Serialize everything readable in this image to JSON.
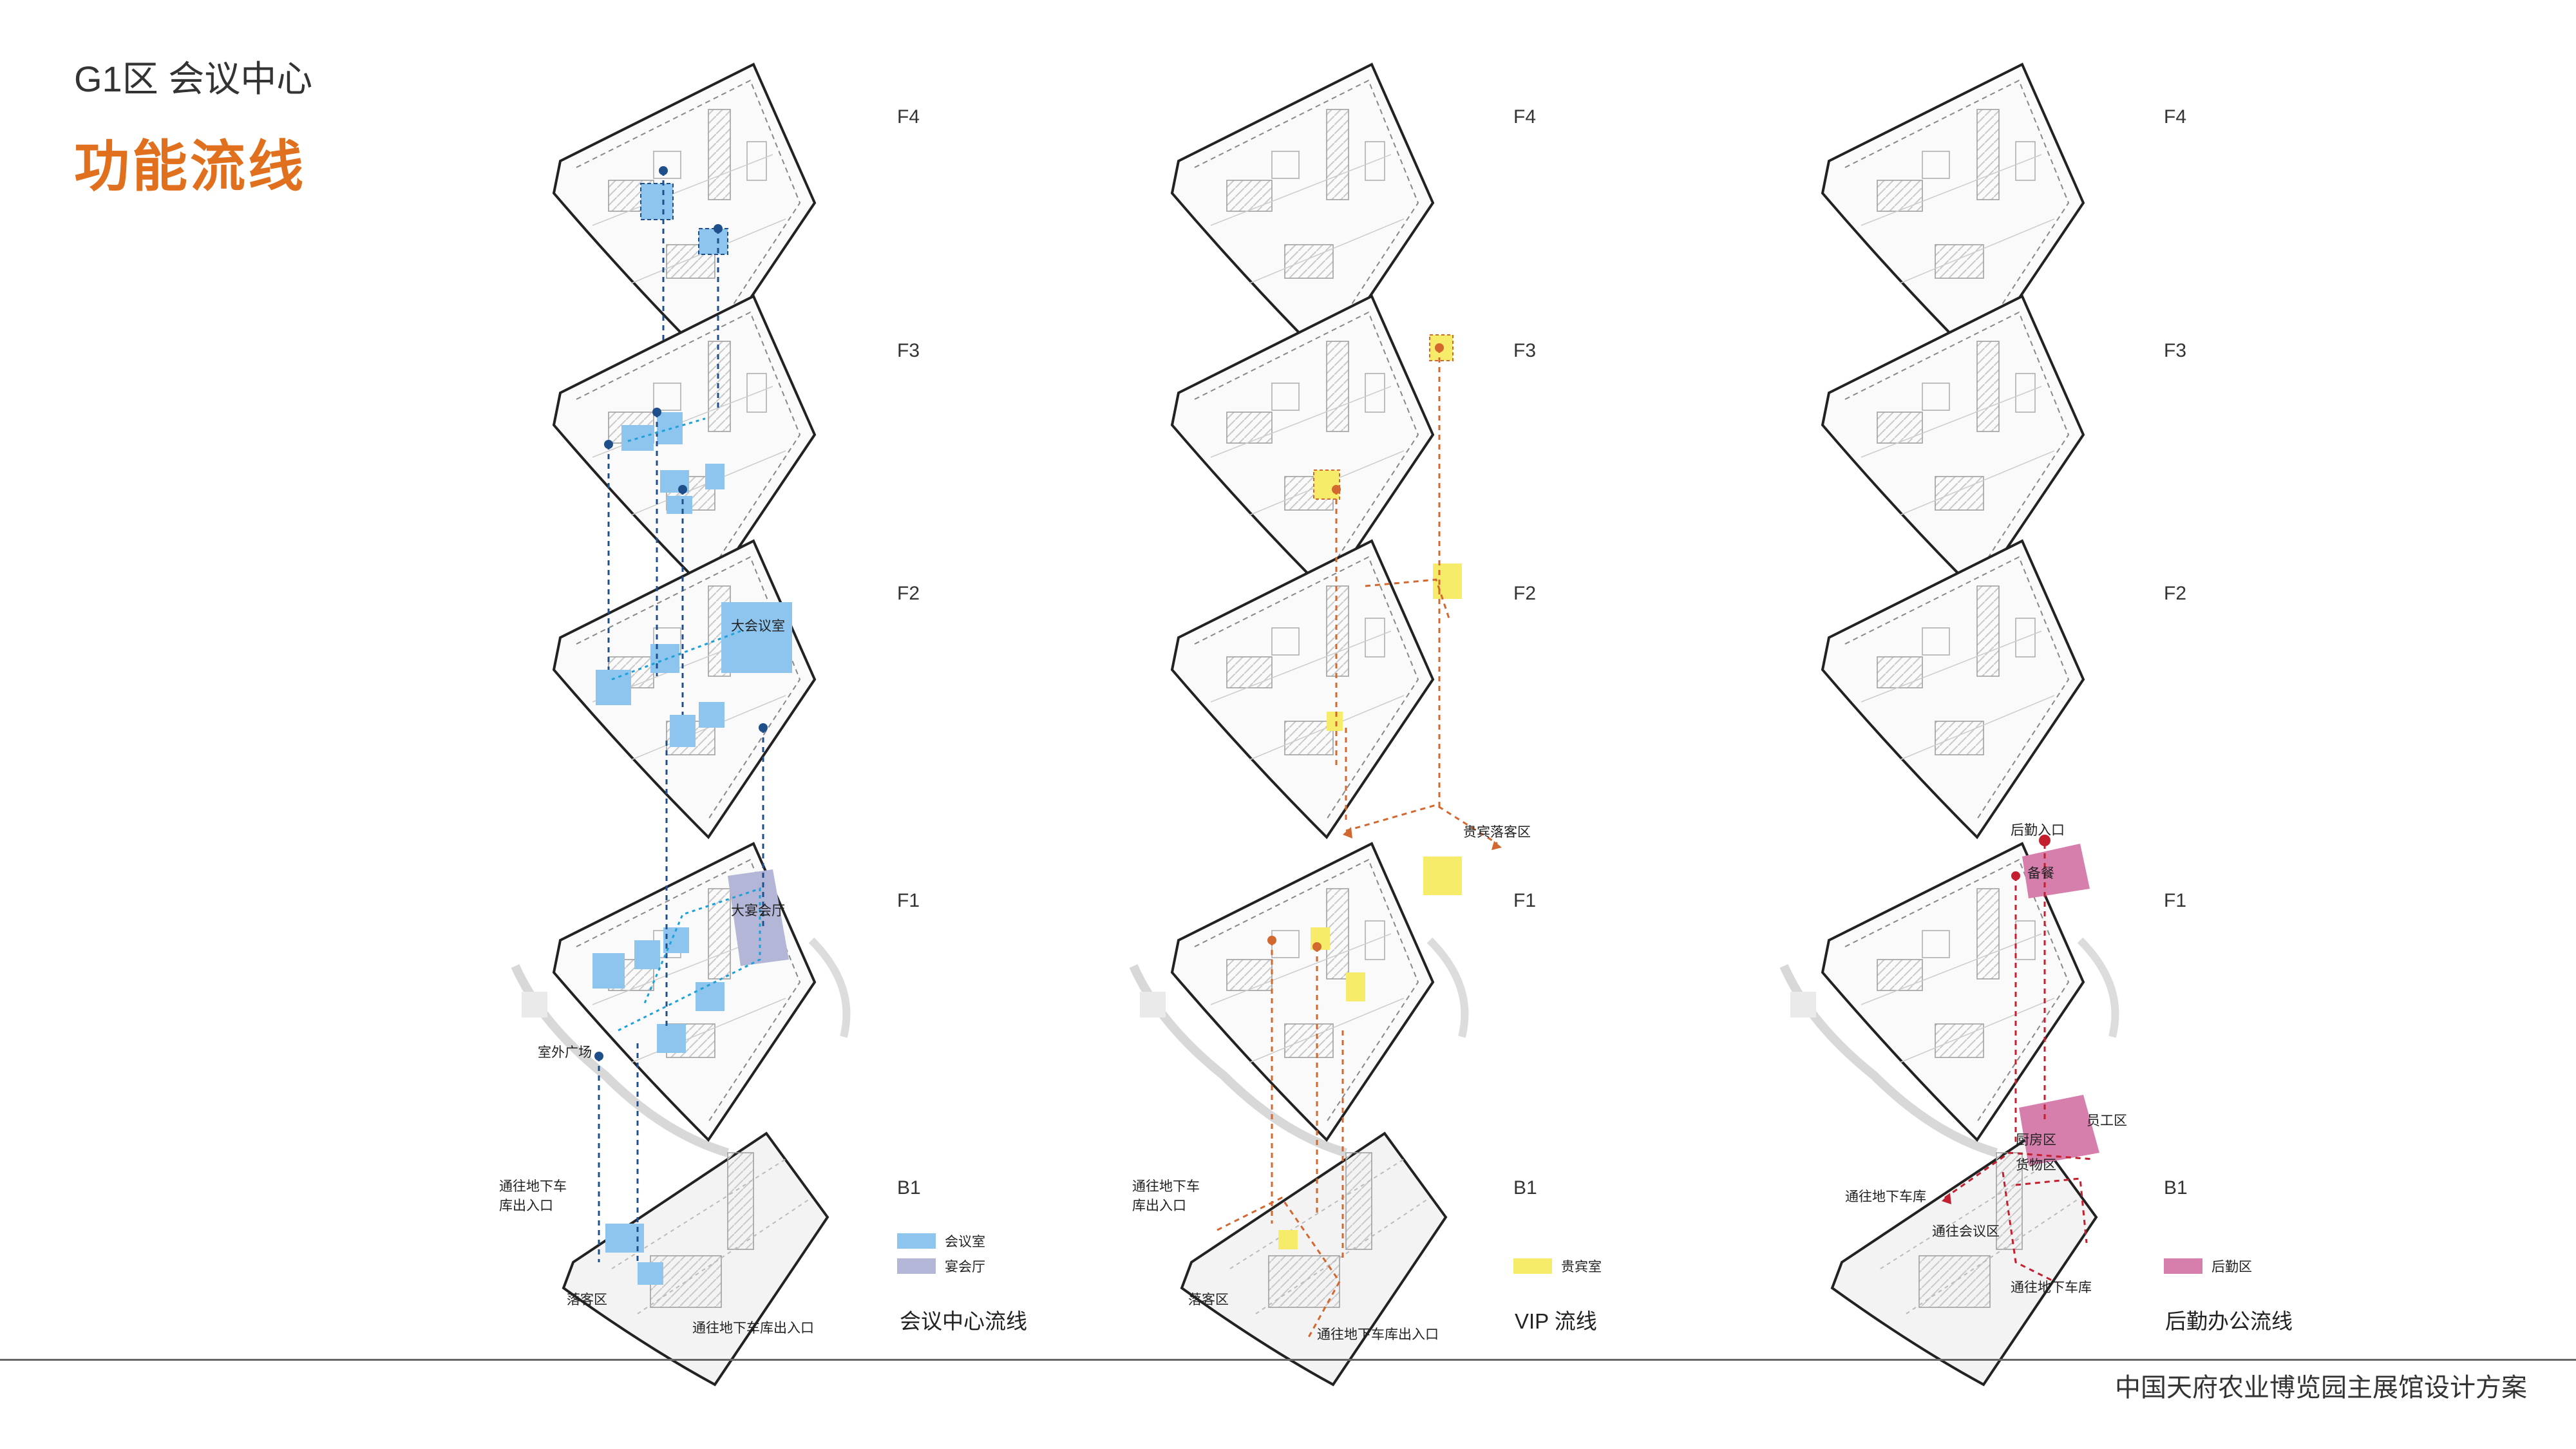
{
  "header": {
    "subtitle": "G1区 会议中心",
    "title": "功能流线"
  },
  "floors": [
    "F4",
    "F3",
    "F2",
    "F1",
    "B1"
  ],
  "panels": [
    {
      "title": "会议中心流线",
      "legend": [
        {
          "label": "会议室",
          "color": "#8ec5ef"
        },
        {
          "label": "宴会厅",
          "color": "#b4b6d8"
        }
      ],
      "annotations": {
        "big_meeting": "大会议室",
        "banquet": "大宴会厅",
        "plaza": "室外广场",
        "garage_a": "通往地下车",
        "garage_b": "库出入口",
        "dropoff": "落客区",
        "garage_exit": "通往地下车库出入口"
      },
      "flow_color": "#1e4f8a",
      "highlight_color": "#8ec5ef"
    },
    {
      "title": "VIP 流线",
      "legend": [
        {
          "label": "贵宾室",
          "color": "#f7ec6a"
        }
      ],
      "annotations": {
        "vip_dropoff": "贵宾落客区",
        "garage_a": "通往地下车",
        "garage_b": "库出入口",
        "dropoff": "落客区",
        "garage_exit": "通往地下车库出入口"
      },
      "flow_color": "#d2672f",
      "highlight_color": "#f7ec6a"
    },
    {
      "title": "后勤办公流线",
      "legend": [
        {
          "label": "后勤区",
          "color": "#d67fac"
        }
      ],
      "annotations": {
        "service_entry": "后勤入口",
        "kitchen": "备餐",
        "staff": "员工区",
        "back_area": "厨房区",
        "store": "货物区",
        "garage": "通往地下车库",
        "meeting": "通往会议区"
      },
      "flow_color": "#c41f2e",
      "highlight_color": "#d67fac"
    }
  ],
  "footer": "中国天府农业博览园主展馆设计方案"
}
